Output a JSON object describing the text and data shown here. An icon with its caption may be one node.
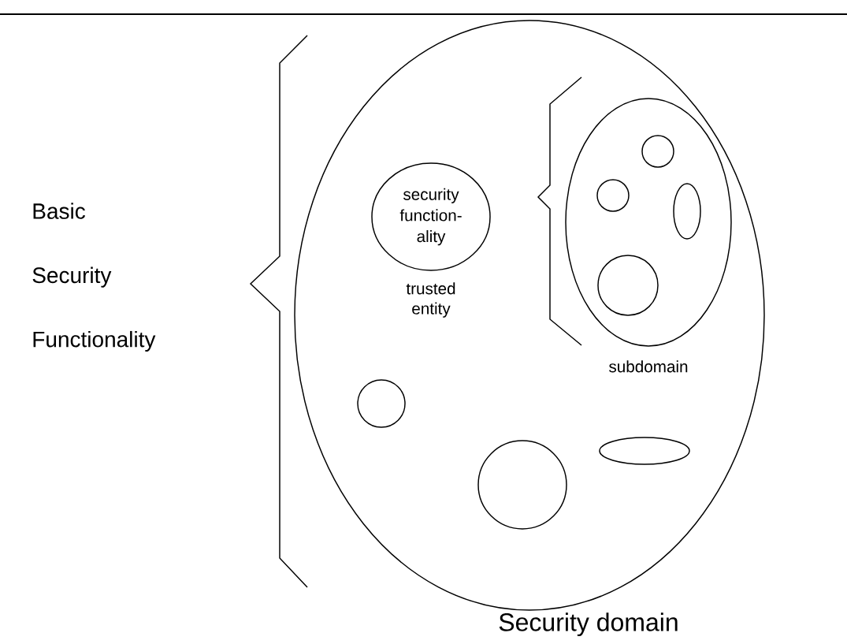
{
  "diagram": {
    "nodes": [
      {
        "text": [
          "Security domain"
        ]
      },
      {
        "text": [
          "security function-ality"
        ],
        "beside": [
          "trusted entity"
        ],
        "in": 0
      },
      {
        "text": [
          "subdomain"
        ],
        "in": 0
      },
      {
        "text": [],
        "shape": "circle",
        "in": 2
      },
      {
        "text": [],
        "shape": "circle",
        "in": 2
      },
      {
        "text": [],
        "shape": "ellipse",
        "in": 2
      },
      {
        "text": [],
        "shape": "circle",
        "in": 2
      },
      {
        "text": [],
        "shape": "circle",
        "in": 0
      },
      {
        "text": [],
        "shape": "ellipse",
        "in": 0
      },
      {
        "text": [],
        "shape": "circle",
        "in": 0
      }
    ],
    "labels": [
      "Basic Security Functionality"
    ]
  }
}
